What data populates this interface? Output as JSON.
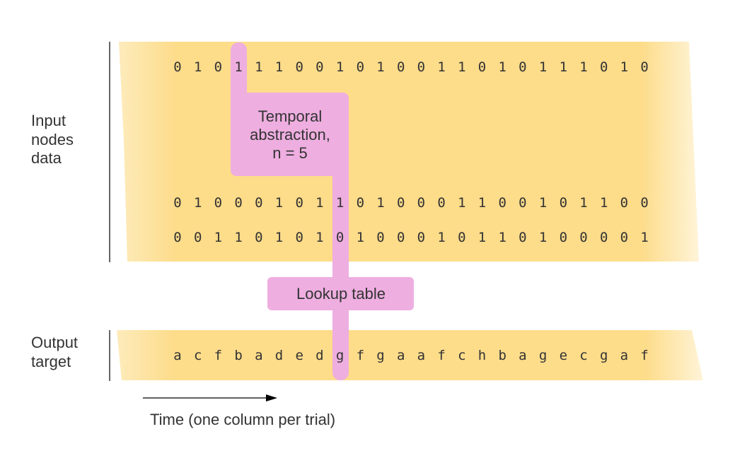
{
  "labels": {
    "input": [
      "Input",
      "nodes",
      "data"
    ],
    "output": [
      "Output",
      "target"
    ],
    "time": "Time (one column per trial)"
  },
  "boxes": {
    "temporal": [
      "Temporal",
      "abstraction,",
      "n = 5"
    ],
    "lookup": "Lookup table"
  },
  "rows": {
    "top": [
      "0",
      "1",
      "0",
      "1",
      "1",
      "1",
      "0",
      "0",
      "1",
      "0",
      "1",
      "0",
      "0",
      "1",
      "1",
      "0",
      "1",
      "0",
      "1",
      "1",
      "1",
      "0",
      "1",
      "0"
    ],
    "mid": [
      "0",
      "1",
      "0",
      "0",
      "0",
      "1",
      "0",
      "1",
      "1",
      "0",
      "1",
      "0",
      "0",
      "0",
      "1",
      "1",
      "0",
      "0",
      "1",
      "0",
      "1",
      "1",
      "0",
      "0"
    ],
    "bottom": [
      "0",
      "0",
      "1",
      "1",
      "0",
      "1",
      "0",
      "1",
      "0",
      "1",
      "0",
      "0",
      "0",
      "1",
      "0",
      "1",
      "1",
      "0",
      "1",
      "0",
      "0",
      "0",
      "0",
      "1"
    ],
    "output": [
      "a",
      "c",
      "f",
      "b",
      "a",
      "d",
      "e",
      "d",
      "g",
      "f",
      "g",
      "a",
      "a",
      "f",
      "c",
      "h",
      "b",
      "a",
      "g",
      "e",
      "c",
      "g",
      "a",
      "f"
    ]
  },
  "colors": {
    "band": "#fddc8a",
    "band_edge": "#fde9b6",
    "highlight": "#eeaee0",
    "text": "#333333",
    "axis": "#000000"
  }
}
